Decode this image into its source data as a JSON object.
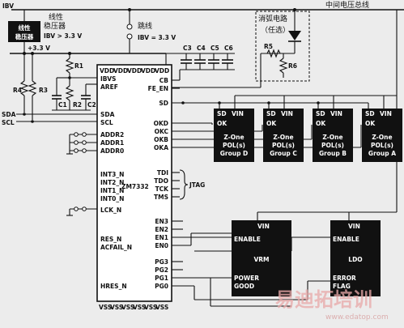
{
  "bus": {
    "ibv": "IBV",
    "label": "中间电压总线"
  },
  "regulator": {
    "box_line1": "线性",
    "box_line2": "稳压器",
    "side_line1": "线性",
    "side_line2": "稳压器",
    "side_spec": "IBV > 3.3 V",
    "out_voltage": "+3.3 V"
  },
  "jumper": {
    "label": "跳线",
    "spec": "IBV = 3.3 V"
  },
  "snubber": {
    "title": "消弧电路",
    "note": "（任选）",
    "r5": "R5",
    "r6": "R6"
  },
  "resistors": {
    "r1": "R1",
    "r2": "R2",
    "r3": "R3",
    "r4": "R4"
  },
  "caps": {
    "c1": "C1",
    "c2": "C2",
    "c3": "C3",
    "c4": "C4",
    "c5": "C5",
    "c6": "C6"
  },
  "ext_signals": {
    "sda": "SDA",
    "scl": "SCL"
  },
  "chip": {
    "name": "ZM7332",
    "vdd": "VDD",
    "vss": "VSS",
    "left_pins": [
      "IBVS",
      "AREF",
      "SDA",
      "SCL",
      "ADDR2",
      "ADDR1",
      "ADDR0",
      "INT3_N",
      "INT2_N",
      "INT1_N",
      "INT0_N",
      "LCK_N",
      "RES_N",
      "ACFAIL_N",
      "HRES_N"
    ],
    "right_pins": [
      "CB",
      "FE_EN",
      "SD",
      "OKD",
      "OKC",
      "OKB",
      "OKA",
      "TDI",
      "TDO",
      "TCK",
      "TMS",
      "EN3",
      "EN2",
      "EN1",
      "EN0",
      "PG3",
      "PG2",
      "PG1",
      "PG0"
    ]
  },
  "jtag": "JTAG",
  "pol_modules": [
    {
      "sd": "SD",
      "vin": "VIN",
      "ok": "OK",
      "line1": "Z-One",
      "line2": "POL(s)",
      "group": "Group D"
    },
    {
      "sd": "SD",
      "vin": "VIN",
      "ok": "OK",
      "line1": "Z-One",
      "line2": "POL(s)",
      "group": "Group C"
    },
    {
      "sd": "SD",
      "vin": "VIN",
      "ok": "OK",
      "line1": "Z-One",
      "line2": "POL(s)",
      "group": "Group B"
    },
    {
      "sd": "SD",
      "vin": "VIN",
      "ok": "OK",
      "line1": "Z-One",
      "line2": "POL(s)",
      "group": "Group A"
    }
  ],
  "vrm": {
    "vin": "VIN",
    "enable": "ENABLE",
    "name": "VRM",
    "pg1": "POWER",
    "pg2": "GOOD"
  },
  "ldo": {
    "vin": "VIN",
    "enable": "ENABLE",
    "name": "LDO",
    "err1": "ERROR",
    "err2": "FLAG"
  },
  "watermark": {
    "main": "易迪拓培训",
    "sub": "www.edatop.com"
  }
}
